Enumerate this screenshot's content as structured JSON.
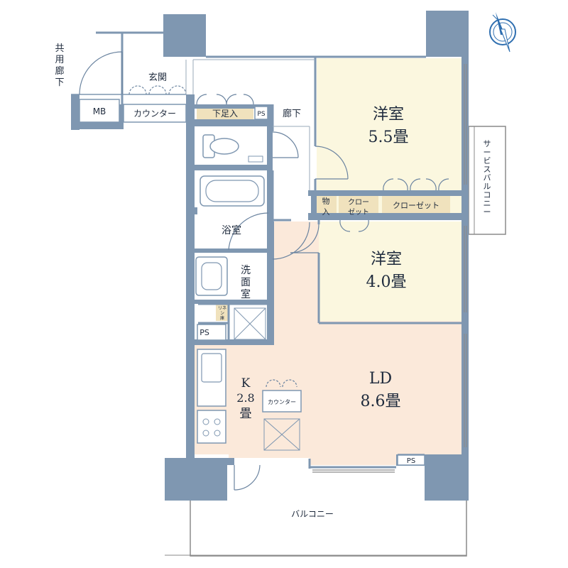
{
  "colors": {
    "wall": "#7f97b1",
    "wall_edge": "#6b84a0",
    "room_bed": "#fbf7df",
    "room_ld": "#fbe9da",
    "wet": "#ffffff",
    "storage": "#f0e2bd",
    "balcony_line": "#8a8a8a",
    "text": "#1e2a3c",
    "compass": "#2f6fb0"
  },
  "icons": {
    "compass": "north-compass-icon",
    "toilet": "toilet-icon",
    "bathtub": "bathtub-icon",
    "washbasin": "washbasin-icon",
    "stove": "stove-icon",
    "sink": "sink-icon"
  },
  "rooms": {
    "western1_name": "洋室",
    "western1_size": "5.5畳",
    "western2_name": "洋室",
    "western2_size": "4.0畳",
    "ld_name": "LD",
    "ld_size": "8.6畳",
    "kitchen_name": "K",
    "kitchen_size": "2.8",
    "kitchen_unit": "畳",
    "bath": "浴室",
    "washroom": "洗面室",
    "hall": "廊下",
    "entrance": "玄関",
    "common_corridor": "共用廊下"
  },
  "storage": {
    "shoe_box": "下足入",
    "mono_ire": "物入",
    "closet_small": "クロー\nゼット",
    "closet": "クローゼット",
    "linen": "リネン庫",
    "counter_entrance": "カウンター",
    "counter_kitchen": "カウンター",
    "mb": "MB",
    "ps_hall": "PS",
    "ps_wash": "PS",
    "ps_ld": "PS"
  },
  "outdoor": {
    "balcony": "バルコニー",
    "service_balcony": "サービスバルコニー"
  }
}
